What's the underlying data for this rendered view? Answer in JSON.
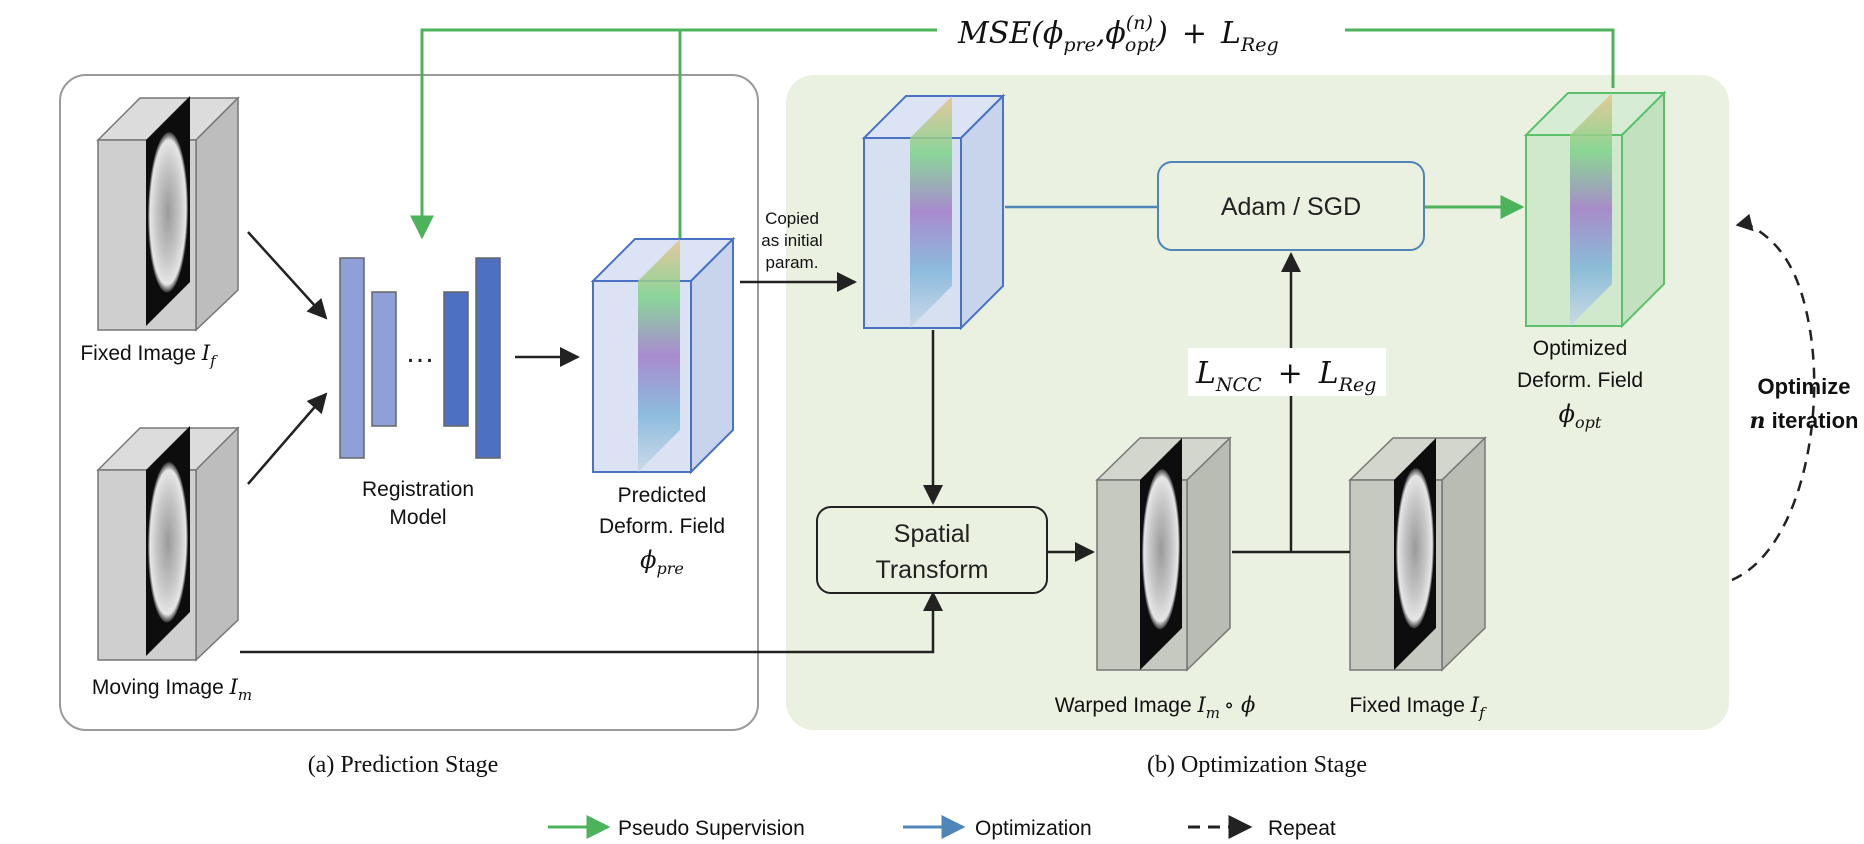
{
  "stages": {
    "prediction": "(a) Prediction Stage",
    "optimization": "(b) Optimization Stage"
  },
  "top_loss": {
    "prefix": "MSE(",
    "phi": "ϕ",
    "pre_sub": "pre",
    "comma": ",",
    "opt_sup": "(n)",
    "opt_sub": "opt",
    "close": ")",
    "plus": "+",
    "L": "L",
    "reg_sub": "Reg"
  },
  "labels": {
    "fixed_image": "Fixed Image",
    "fixed_image_sym": "I",
    "fixed_image_sub": "f",
    "moving_image": "Moving Image",
    "moving_image_sym": "I",
    "moving_image_sub": "m",
    "registration_line1": "Registration",
    "registration_line2": "Model",
    "dots": "…",
    "predicted_line1": "Predicted",
    "predicted_line2": "Deform. Field",
    "predicted_sym": "ϕ",
    "predicted_sub": "pre",
    "copied_line1": "Copied",
    "copied_line2": "as initial",
    "copied_line3": "param.",
    "optimizer": "Adam / SGD",
    "spatial_line1": "Spatial",
    "spatial_line2": "Transform",
    "ncc_L1": "L",
    "ncc_sub": "NCC",
    "ncc_plus": "+",
    "ncc_L2": "L",
    "ncc_reg_sub": "Reg",
    "optimized_line1": "Optimized",
    "optimized_line2": "Deform. Field",
    "optimized_sym": "ϕ",
    "optimized_sub": "opt",
    "warped_image": "Warped Image",
    "warped_sym": "I",
    "warped_sub": "m",
    "warped_op": "∘ ϕ",
    "fixed_image2": "Fixed Image",
    "fixed_image2_sym": "I",
    "fixed_image2_sub": "f",
    "optimize_line1": "Optimize",
    "optimize_n": "n",
    "optimize_line2": "iteration"
  },
  "legend": {
    "pseudo": "Pseudo Supervision",
    "optimization": "Optimization",
    "repeat": "Repeat"
  },
  "colors": {
    "pseudo_green": "#4cb35b",
    "optimization_blue": "#4f85b8",
    "field_blue": "#4a72c4",
    "field_green": "#5cbf6b",
    "model_light": "#8f9fd8",
    "model_dark": "#4d70c2",
    "opt_bg": "#eaf1e0",
    "gray_box": "#cfcfcf"
  }
}
